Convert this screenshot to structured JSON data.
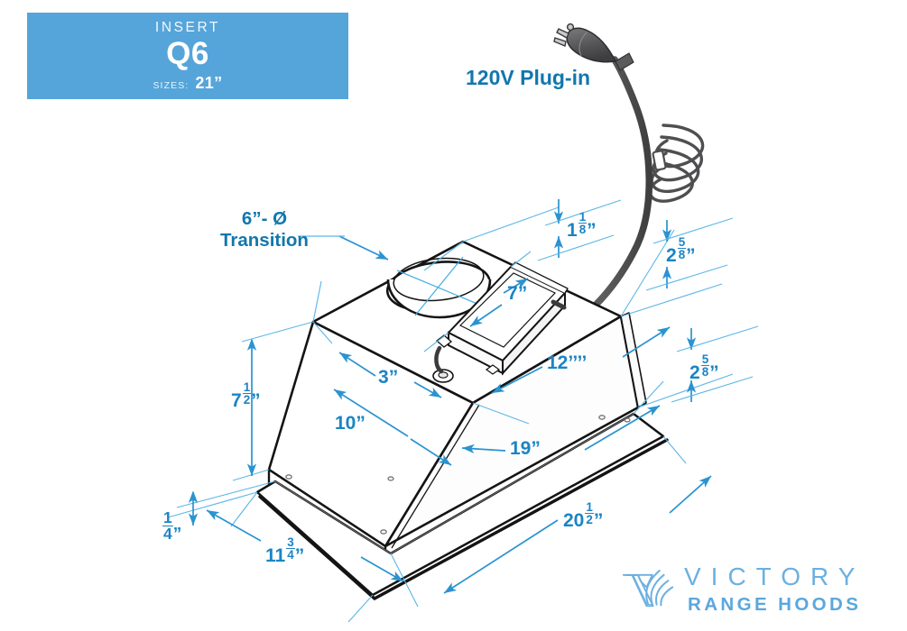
{
  "banner": {
    "insert_label": "INSERT",
    "model": "Q6",
    "sizes_label": "SIZES:",
    "sizes_value": "21”"
  },
  "callouts": {
    "plug": "120V Plug-in",
    "transition_line1": "6”- Ø",
    "transition_line2": "Transition"
  },
  "dimensions": {
    "height_overall": {
      "whole": "7",
      "num": "1",
      "den": "2",
      "unit": "”",
      "text": "7 1/2”"
    },
    "depth_slope": {
      "whole": "10",
      "num": "",
      "den": "",
      "unit": "”",
      "text": "10”"
    },
    "top_offset_front": {
      "whole": "3",
      "num": "",
      "den": "",
      "unit": "”",
      "text": "3”"
    },
    "junction_box_width": {
      "whole": "7",
      "num": "",
      "den": "",
      "unit": "”",
      "text": "7”"
    },
    "top_width": {
      "whole": "12",
      "num": "",
      "den": "",
      "unit": "’’’’",
      "text": "12’’’’"
    },
    "box_length": {
      "whole": "19",
      "num": "",
      "den": "",
      "unit": "”",
      "text": "19”"
    },
    "flange_length": {
      "whole": "20",
      "num": "1",
      "den": "2",
      "unit": "”",
      "text": "20 1/2”"
    },
    "flange_width": {
      "whole": "11",
      "num": "3",
      "den": "4",
      "unit": "”",
      "text": "11 3/4”"
    },
    "flange_thickness": {
      "whole": "",
      "num": "1",
      "den": "4",
      "unit": "”",
      "text": "1/4”"
    },
    "collar_height": {
      "whole": "1",
      "num": "1",
      "den": "8",
      "unit": "”",
      "text": "1 1/8”"
    },
    "box_height_rear": {
      "whole": "2",
      "num": "5",
      "den": "8",
      "unit": "”",
      "text": "2 5/8”"
    },
    "box_height_side": {
      "whole": "2",
      "num": "5",
      "den": "8",
      "unit": "”",
      "text": "2 5/8”"
    }
  },
  "logo": {
    "brand": "VICTORY",
    "tagline": "RANGE HOODS",
    "mark": "victory-flame-v-icon"
  },
  "colors": {
    "banner_blue": "#55a5da",
    "dimension_blue": "#1b84c4",
    "label_blue": "#1277ad",
    "logo_blue": "#5ba7dd",
    "outline_black": "#1a1a1a",
    "cord_gray": "#58585a"
  },
  "icons": {
    "power_plug": "three-prong-plug-icon",
    "duct_collar": "round-duct-collar-icon",
    "junction_box": "junction-box-icon"
  }
}
